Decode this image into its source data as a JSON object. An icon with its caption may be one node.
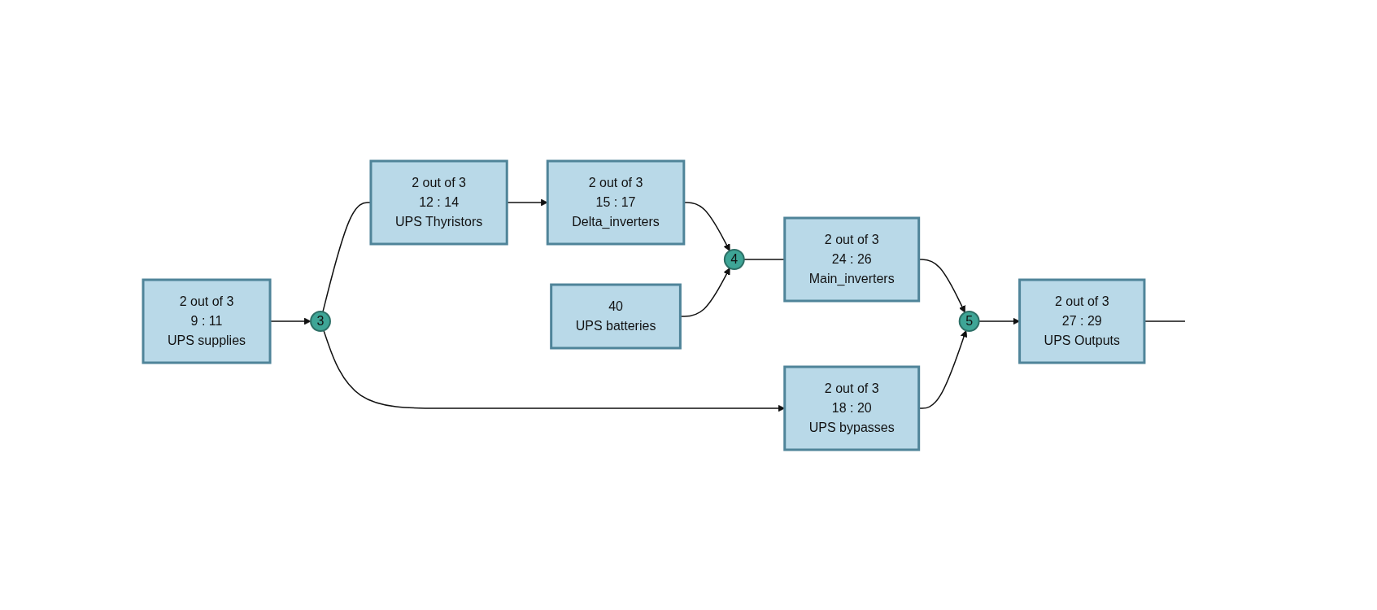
{
  "diagram": {
    "nodes": [
      {
        "text": [
          "2 out of 3",
          "18 : 20",
          "UPS bypasses"
        ]
      },
      {
        "text": [
          "2 out of 3",
          "9 : 11",
          "UPS supplies"
        ]
      },
      {
        "text": [
          "3"
        ]
      },
      {
        "text": [
          "2 out of 3",
          "12 : 14",
          "UPS Thyristors"
        ]
      },
      {
        "text": [
          "2 out of 3",
          "15 : 17",
          "Delta_inverters"
        ]
      },
      {
        "text": [
          "4"
        ]
      },
      {
        "text": [
          "2 out of 3",
          "24 : 26",
          "Main_inverters"
        ]
      },
      {
        "text": [
          "5"
        ]
      },
      {
        "text": [
          "2 out of 3",
          "27 : 29",
          "UPS Outputs"
        ]
      },
      {
        "text": [
          "40",
          "UPS batteries"
        ]
      }
    ],
    "edges": [
      {
        "from": 1,
        "to": 2,
        "arrow": "to"
      },
      {
        "from": 2,
        "to": 0,
        "arrow": "to"
      },
      {
        "from": 2,
        "to": 3,
        "arrow": "none"
      },
      {
        "from": 3,
        "to": 4,
        "arrow": "to"
      },
      {
        "from": 4,
        "to": 5,
        "arrow": "to"
      },
      {
        "from": 9,
        "to": 5,
        "arrow": "to"
      },
      {
        "from": 5,
        "to": 6,
        "arrow": "none"
      },
      {
        "from": 6,
        "to": 7,
        "arrow": "to"
      },
      {
        "from": 0,
        "to": 7,
        "arrow": "to"
      },
      {
        "from": 7,
        "to": 8,
        "arrow": "to"
      },
      {
        "from": 8,
        "to": null,
        "arrow": "none"
      }
    ]
  }
}
